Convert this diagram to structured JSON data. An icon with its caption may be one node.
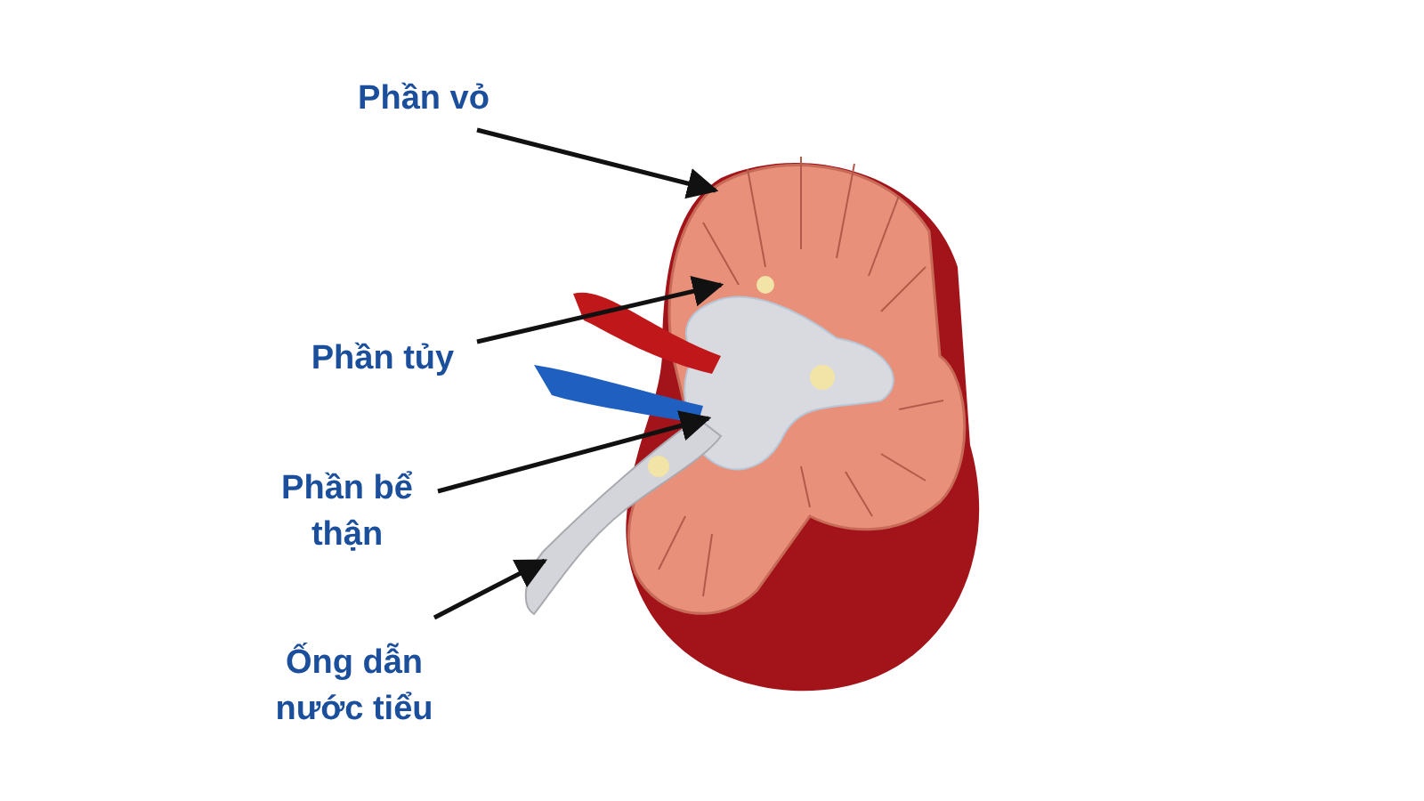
{
  "diagram": {
    "nodes": [
      {
        "text": [
          "Phần vỏ"
        ]
      },
      {
        "text": [
          "Phần tủy"
        ]
      },
      {
        "text": [
          "Phần bể thận"
        ]
      },
      {
        "text": [
          "Ống dẫn nước tiểu"
        ]
      }
    ],
    "edges": [
      {
        "from": 0,
        "to": null,
        "arrow": "to"
      },
      {
        "from": 1,
        "to": null,
        "arrow": "to"
      },
      {
        "from": 2,
        "to": null,
        "arrow": "to"
      },
      {
        "from": 3,
        "to": null,
        "arrow": "to"
      }
    ]
  }
}
